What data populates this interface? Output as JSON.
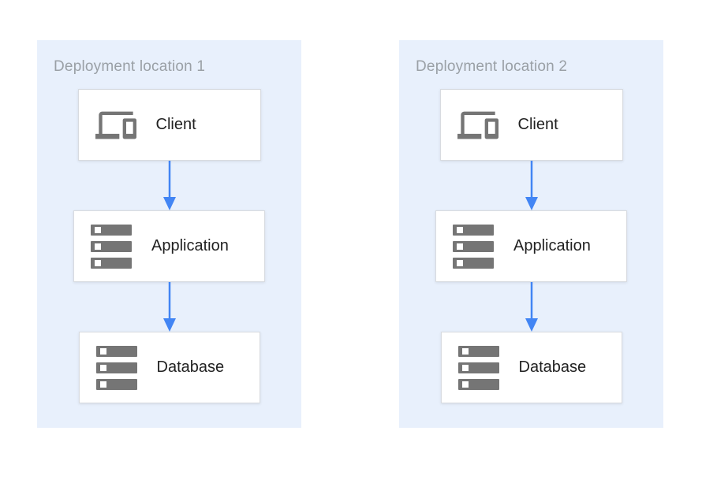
{
  "diagram": {
    "description": "Two identical deployment stacks shown side by side",
    "colors": {
      "panel_bg": "#e8f0fc",
      "box_border": "#d8dbe0",
      "arrow_blue": "#4285f4",
      "icon_gray": "#757575",
      "title_gray": "#9aa0a6",
      "label_dark": "#212121"
    },
    "panels": [
      {
        "title": "Deployment location 1",
        "nodes": [
          {
            "label": "Client",
            "icon": "devices-icon"
          },
          {
            "label": "Application",
            "icon": "server-stack-icon"
          },
          {
            "label": "Database",
            "icon": "server-stack-icon"
          }
        ],
        "edges": [
          {
            "from": "Client",
            "to": "Application",
            "direction": "down"
          },
          {
            "from": "Application",
            "to": "Database",
            "direction": "down"
          }
        ]
      },
      {
        "title": "Deployment location 2",
        "nodes": [
          {
            "label": "Client",
            "icon": "devices-icon"
          },
          {
            "label": "Application",
            "icon": "server-stack-icon"
          },
          {
            "label": "Database",
            "icon": "server-stack-icon"
          }
        ],
        "edges": [
          {
            "from": "Client",
            "to": "Application",
            "direction": "down"
          },
          {
            "from": "Application",
            "to": "Database",
            "direction": "down"
          }
        ]
      }
    ]
  }
}
